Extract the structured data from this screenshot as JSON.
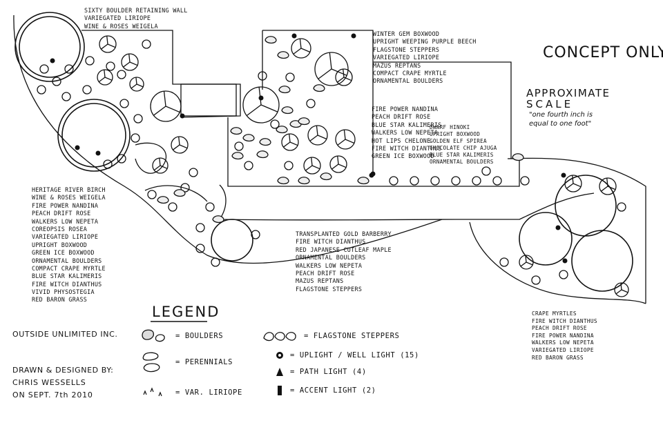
{
  "concept_label": "CONCEPT ONLY",
  "scale": {
    "title": "APPROXIMATE",
    "subtitle": "SCALE",
    "note_line1": "\"one fourth inch is",
    "note_line2": "equal to one foot\""
  },
  "plant_lists": {
    "top_left": [
      "SIXTY BOULDER RETAINING WALL",
      "VARIEGATED LIRIOPE",
      "WINE & ROSES WEIGELA"
    ],
    "top_center": [
      "WINTER GEM BOXWOOD",
      "UPRIGHT WEEPING PURPLE BEECH",
      "FLAGSTONE STEPPERS",
      "VARIEGATED LIRIOPE",
      "MAZUS REPTANS",
      "COMPACT CRAPE MYRTLE",
      "ORNAMENTAL BOULDERS"
    ],
    "center_mid": [
      "FIRE POWER NANDINA",
      "PEACH DRIFT ROSE",
      "BLUE STAR KALIMERIS",
      "WALKERS LOW NEPETA",
      "HOT LIPS CHELONE",
      "FIRE WITCH DIANTHUS",
      "GREEN ICE BOXWOOD"
    ],
    "hinoki": [
      "DWARF HINOKI",
      "UPRIGHT BOXWOOD",
      "GOLDEN ELF SPIREA",
      "CHOCOLATE CHIP AJUGA",
      "BLUE STAR KALIMERIS",
      "ORNAMENTAL BOULDERS"
    ],
    "left": [
      "HERITAGE RIVER BIRCH",
      "WINE & ROSES WEIGELA",
      "FIRE POWER NANDINA",
      "PEACH DRIFT ROSE",
      "WALKERS LOW NEPETA",
      "COREOPSIS ROSEA",
      "VARIEGATED LIRIOPE",
      "UPRIGHT BOXWOOD",
      "GREEN ICE BOXWOOD",
      "ORNAMENTAL BOULDERS",
      "COMPACT CRAPE MYRTLE",
      "BLUE STAR KALIMERIS",
      "FIRE WITCH DIANTHUS",
      "VIVID PHYSOSTEGIA",
      "RED BARON GRASS"
    ],
    "bottom_center": [
      "TRANSPLANTED GOLD BARBERRY",
      "FIRE WITCH DIANTHUS",
      "RED JAPANESE CUTLEAF MAPLE",
      "ORNAMENTAL BOULDERS",
      "WALKERS LOW NEPETA",
      "PEACH DRIFT ROSE",
      "MAZUS REPTANS",
      "FLAGSTONE STEPPERS"
    ],
    "bottom_right": [
      "CRAPE MYRTLES",
      "FIRE WITCH DIANTHUS",
      "PEACH DRIFT ROSE",
      "FIRE POWER NANDINA",
      "WALKERS LOW NEPETA",
      "VARIEGATED LIRIOPE",
      "RED BARON GRASS"
    ]
  },
  "legend": {
    "title": "LEGEND",
    "items": [
      {
        "symbol": "boulder-icon",
        "label": "= BOULDERS"
      },
      {
        "symbol": "perennial-icon",
        "label": "= PERENNIALS"
      },
      {
        "symbol": "liriope-icon",
        "label": "= VAR. LIRIOPE"
      },
      {
        "symbol": "flagstone-icon",
        "label": "= FLAGSTONE STEPPERS"
      },
      {
        "symbol": "uplight-icon",
        "label": "= UPLIGHT / WELL LIGHT (15)"
      },
      {
        "symbol": "path-light-icon",
        "label": "= PATH LIGHT (4)"
      },
      {
        "symbol": "accent-light-icon",
        "label": "= ACCENT LIGHT (2)"
      }
    ]
  },
  "credits": {
    "company": "OUTSIDE UNLIMITED INC.",
    "drawn_by": "DRAWN & DESIGNED BY:",
    "designer": "CHRIS WESSELLS",
    "date": "ON SEPT. 7th 2010"
  }
}
